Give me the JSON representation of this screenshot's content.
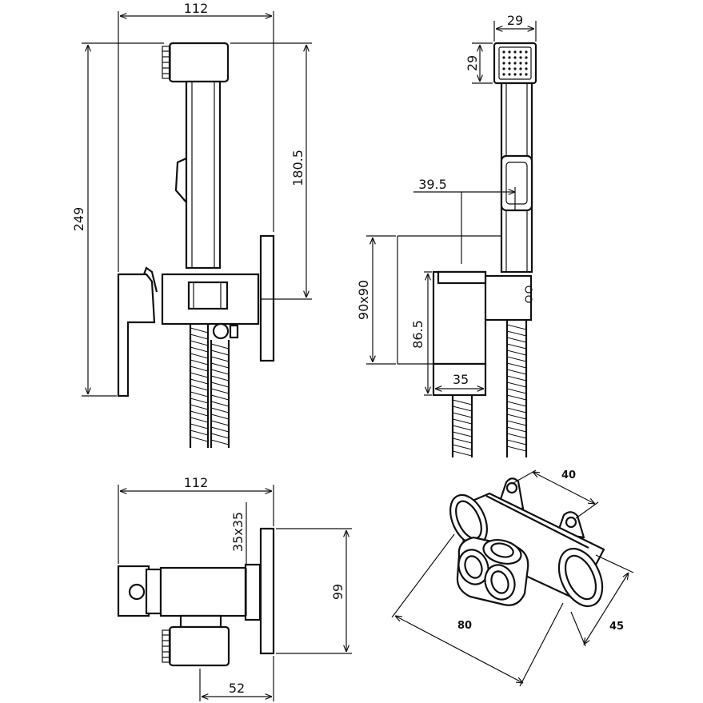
{
  "views": {
    "front": {
      "width_label": "112",
      "height_label": "249",
      "hand_shower_label": "180.5"
    },
    "side": {
      "head_width_label": "29",
      "head_height_label": "29",
      "offset_label": "39.5",
      "plate_label": "90x90",
      "body_height_label": "86.5",
      "body_width_label": "35"
    },
    "top": {
      "width_label": "112",
      "square_label": "35x35",
      "plate_label": "99",
      "depth_label": "52"
    },
    "valve": {
      "length_label": "80",
      "depth_label": "45",
      "span_label": "40"
    }
  },
  "colors": {
    "line": "#111111",
    "background": "#ffffff"
  }
}
